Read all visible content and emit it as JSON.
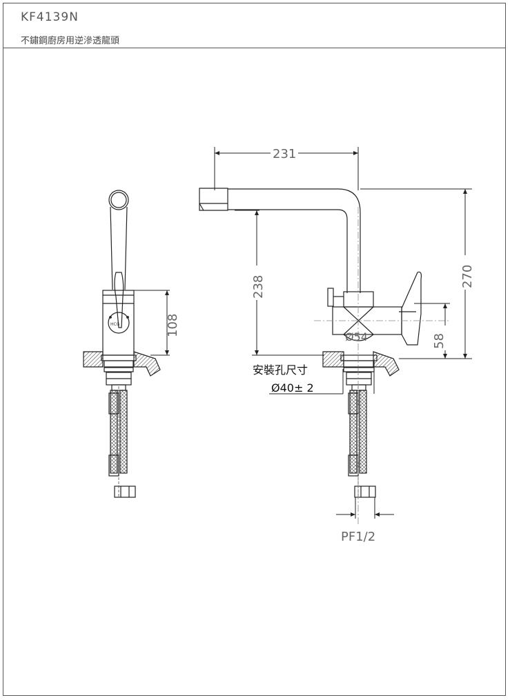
{
  "header": {
    "model": "KF4139N",
    "product_name": "不鏽鋼廚房用逆滲透龍頭"
  },
  "dimensions": {
    "width_231": "231",
    "height_238": "238",
    "height_270": "270",
    "height_108": "108",
    "height_58": "58",
    "diameter_54": "Ø54"
  },
  "install_note": {
    "label": "安裝孔尺寸",
    "value": "Ø40± 2"
  },
  "fitting": {
    "thread": "PF1/2"
  },
  "brand_mark": "HCG"
}
